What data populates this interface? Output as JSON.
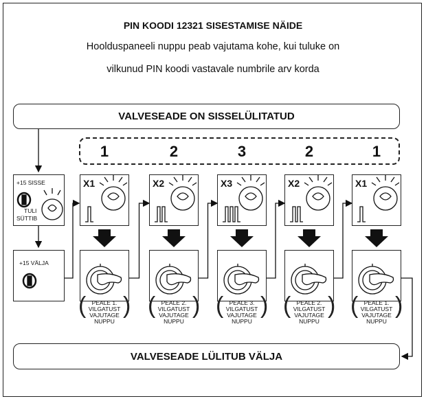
{
  "header": {
    "title": "PIN KOODI 12321 SISESTAMISE NÄIDE",
    "line1": "Hoolduspaneeli nuppu peab vajutama kohe, kui tuluke on",
    "line2": "vilkunud PIN koodi vastavale numbrile arv korda"
  },
  "top_banner": "VALVESEADE ON SISSELÜLITATUD",
  "bottom_banner": "VALVESEADE LÜLITUB VÄLJA",
  "left_panel": {
    "on_label": "+15 SISSE",
    "light_label_1": "TULI",
    "light_label_2": "SÜTTIB",
    "off_label": "+15 VÄLJA"
  },
  "steps": [
    {
      "digit": "1",
      "blink_label": "X1",
      "caption": [
        "PEALE 1.",
        "VILGATUST",
        "VAJUTAGE",
        "NUPPU"
      ]
    },
    {
      "digit": "2",
      "blink_label": "X2",
      "caption": [
        "PEALE 2.",
        "VILGATUST",
        "VAJUTAGE",
        "NUPPU"
      ]
    },
    {
      "digit": "3",
      "blink_label": "X3",
      "caption": [
        "PEALE 3.",
        "VILGATUST",
        "VAJUTAGE",
        "NUPPU"
      ]
    },
    {
      "digit": "2",
      "blink_label": "X2",
      "caption": [
        "PEALE 2.",
        "VILGATUST",
        "VAJUTAGE",
        "NUPPU"
      ]
    },
    {
      "digit": "1",
      "blink_label": "X1",
      "caption": [
        "PEALE 1.",
        "VILGATUST",
        "VAJUTAGE",
        "NUPPU"
      ]
    }
  ],
  "icons": {
    "blinking_button": "blinking-light-button-icon",
    "pulse": "pulse-train-icon",
    "down_arrow": "down-arrow-icon",
    "finger_press": "finger-pressing-button-icon",
    "ignition_key": "ignition-key-icon"
  }
}
